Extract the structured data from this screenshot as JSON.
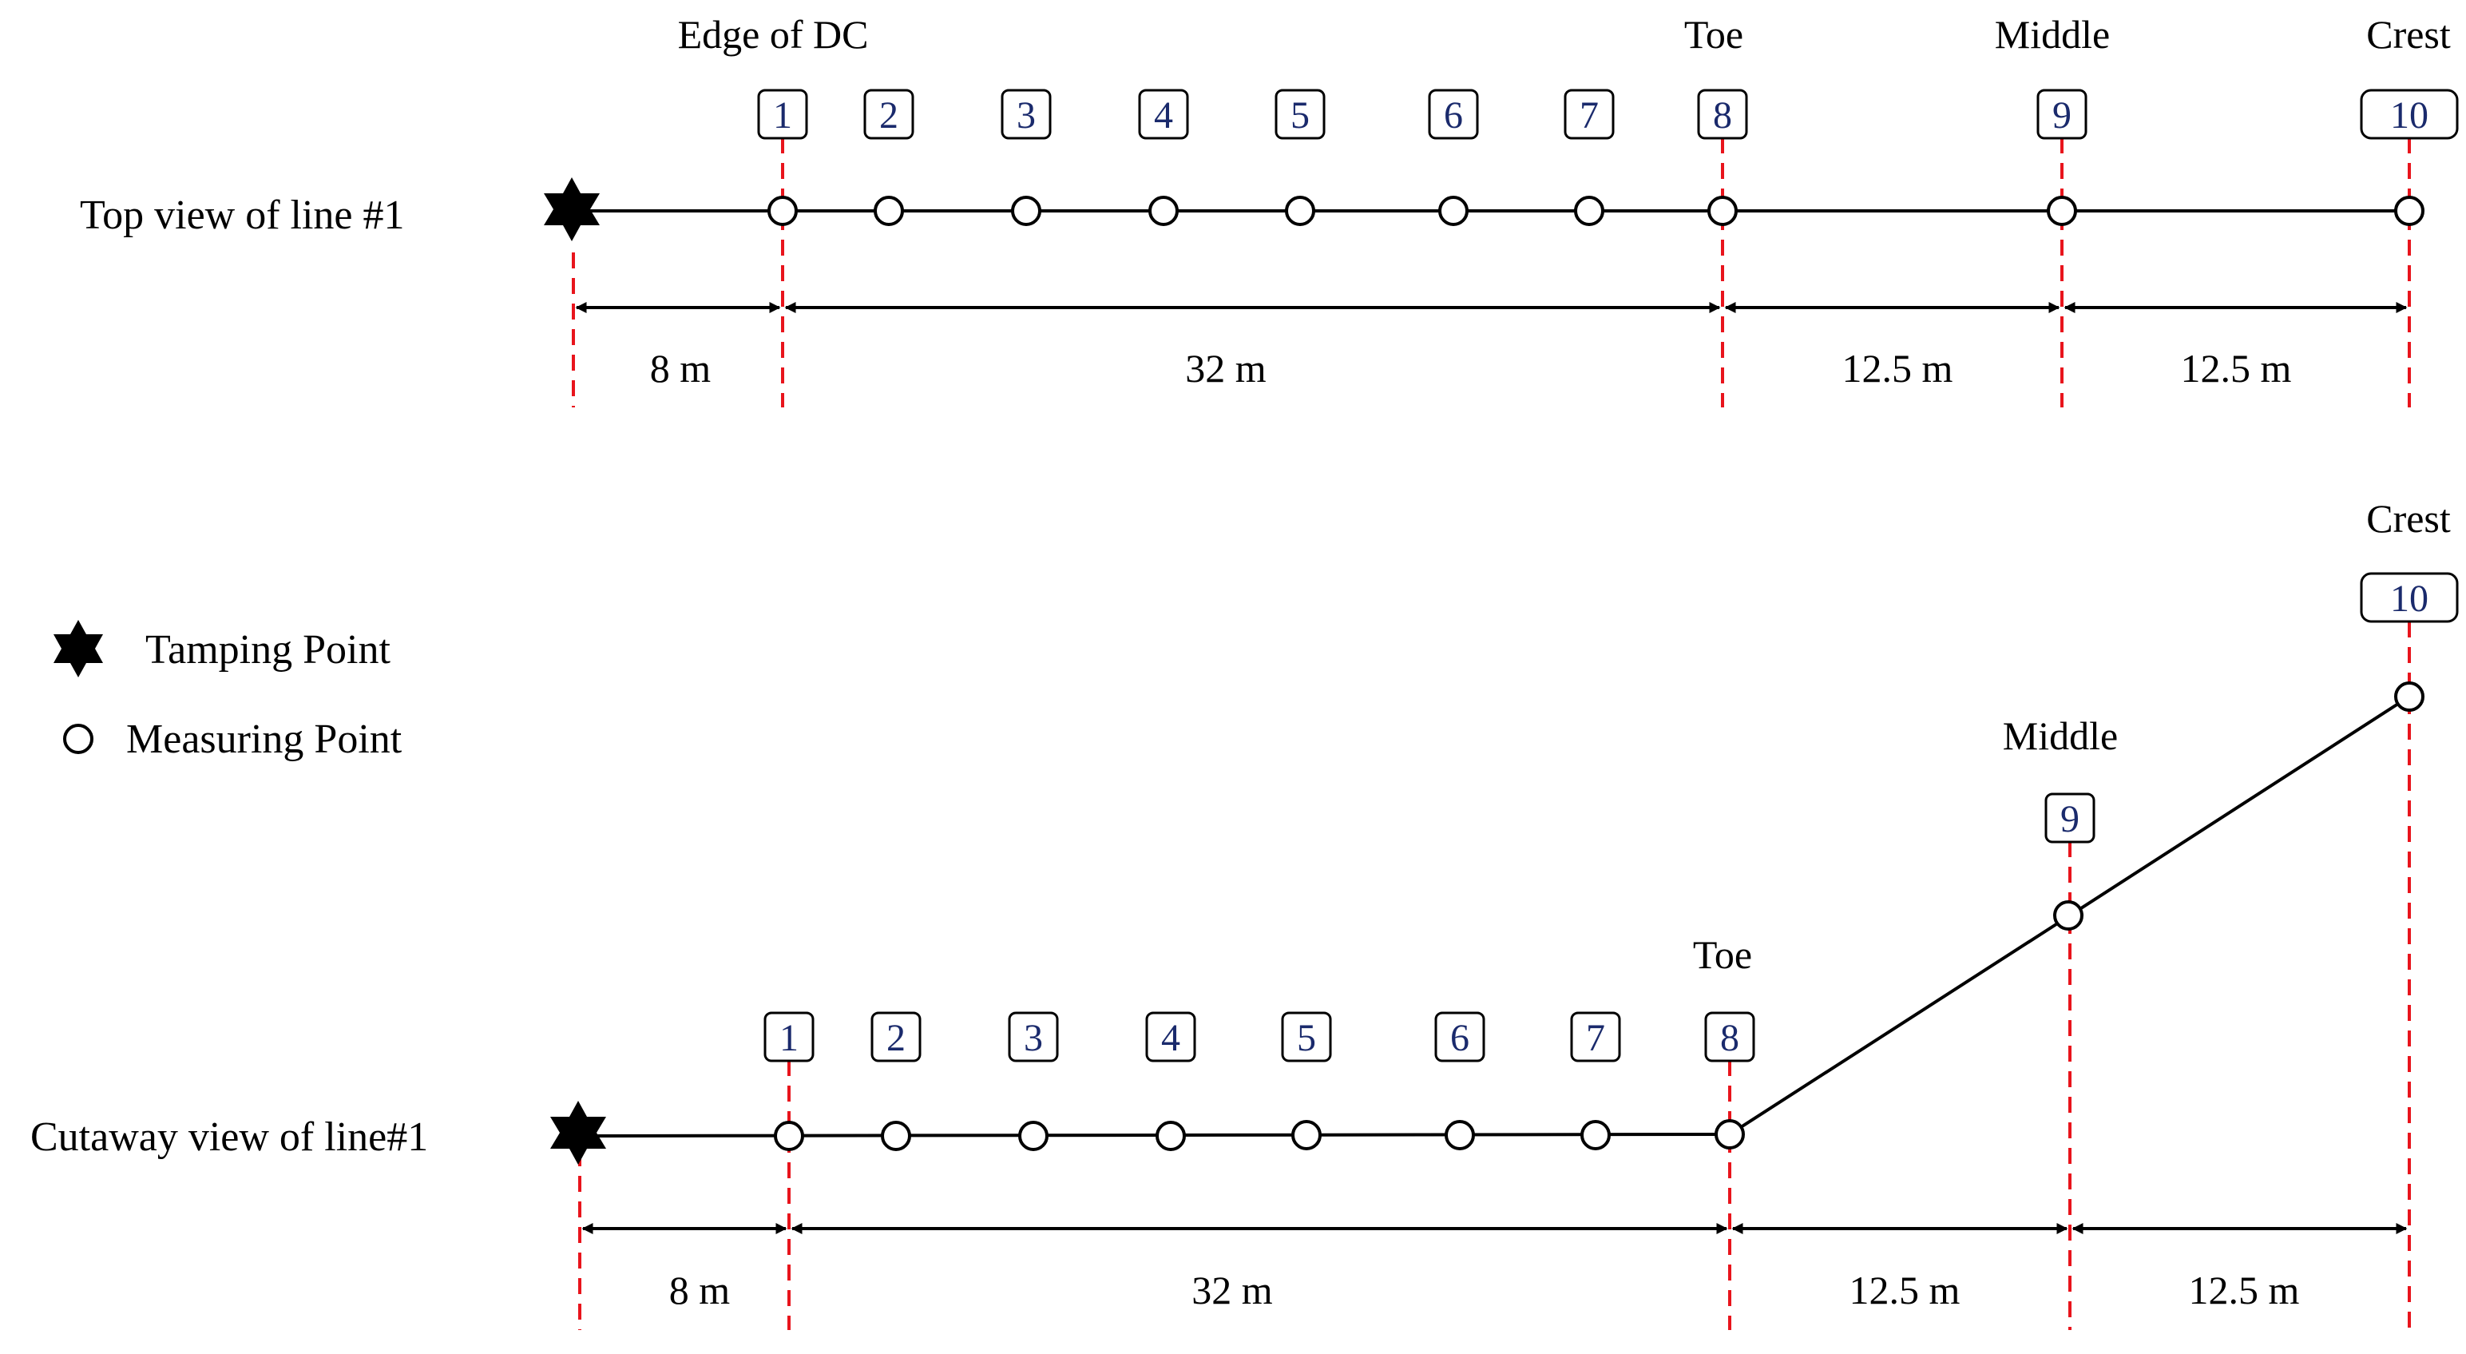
{
  "colors": {
    "line": "#000000",
    "marker_line": "#e8141c",
    "box_text": "#1a2a6c"
  },
  "legend": {
    "tamping_label": "Tamping Point",
    "tamping_icon": "star-icon",
    "measuring_label": "Measuring Point",
    "measuring_icon": "circle-icon"
  },
  "top_view": {
    "title": "Top view of line #1",
    "labels": {
      "edge": "Edge of DC",
      "toe": "Toe",
      "middle": "Middle",
      "crest": "Crest"
    },
    "points": [
      "1",
      "2",
      "3",
      "4",
      "5",
      "6",
      "7",
      "8",
      "9",
      "10"
    ],
    "distances": [
      "8 m",
      "32 m",
      "12.5 m",
      "12.5 m"
    ]
  },
  "cutaway_view": {
    "title": "Cutaway view of line#1",
    "labels": {
      "toe": "Toe",
      "middle": "Middle",
      "crest": "Crest"
    },
    "points": [
      "1",
      "2",
      "3",
      "4",
      "5",
      "6",
      "7",
      "8",
      "9",
      "10"
    ],
    "distances": [
      "8 m",
      "32 m",
      "12.5 m",
      "12.5 m"
    ]
  }
}
